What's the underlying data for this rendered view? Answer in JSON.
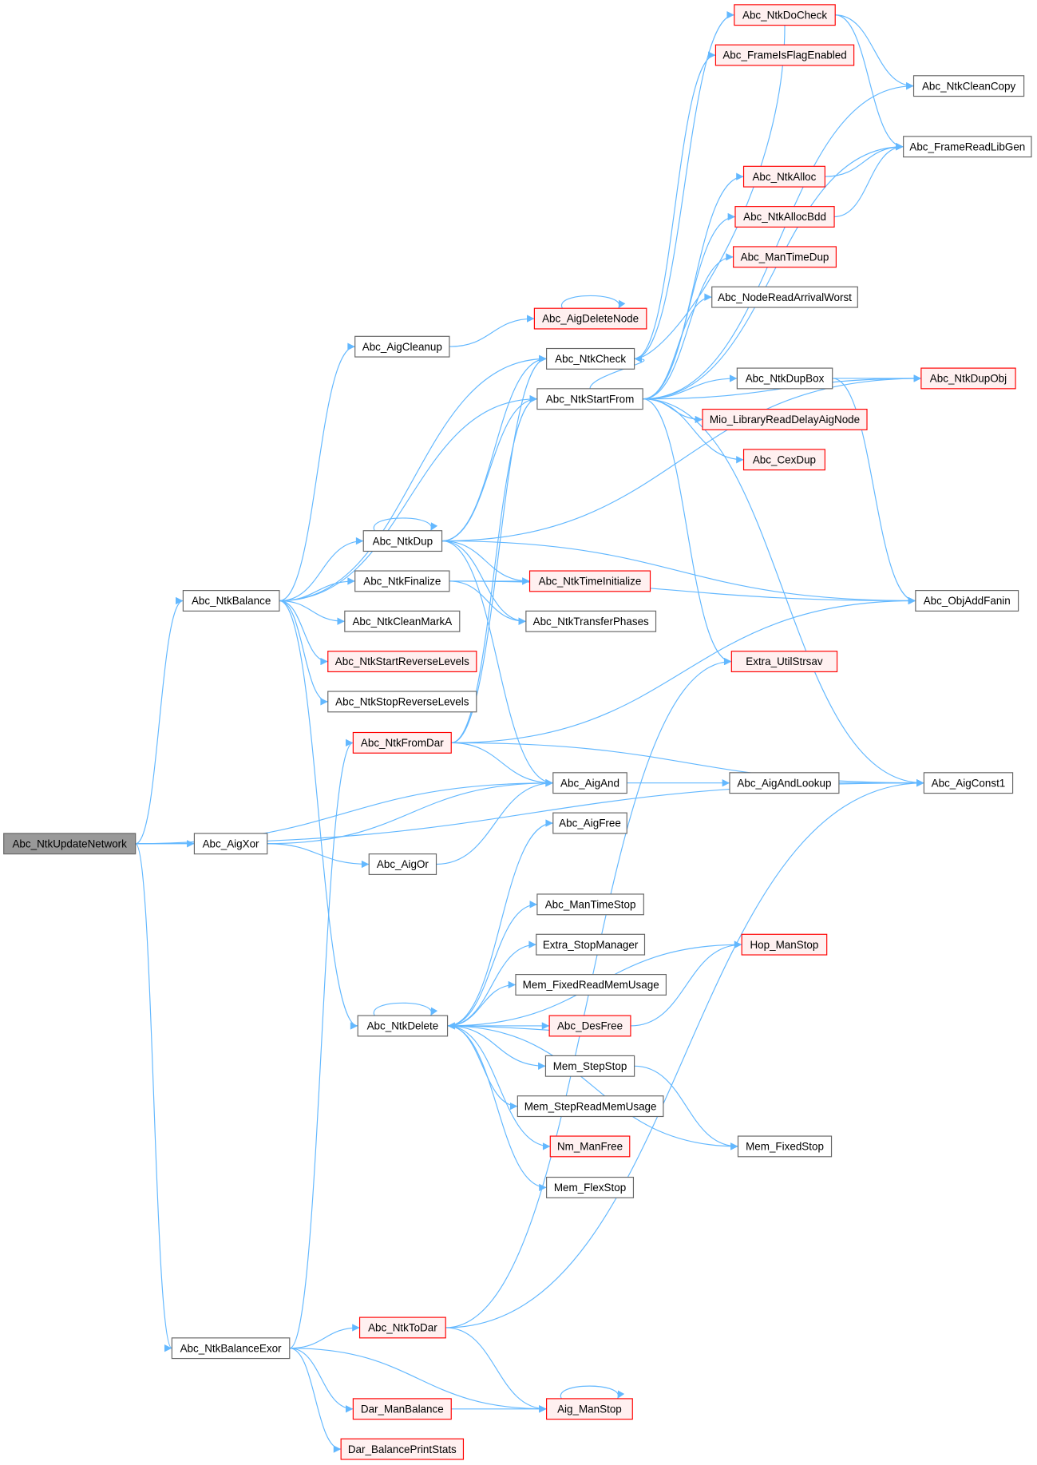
{
  "title": "Abc_NtkUpdateNetwork call graph",
  "colors": {
    "edge": "#63b8ff",
    "root_fill": "#999999",
    "normal_border": "#666666",
    "red_border": "#ff0000",
    "red_fill": "#fff0f0"
  },
  "nodes": [
    {
      "id": "Abc_NtkUpdateNetwork",
      "label": "Abc_NtkUpdateNetwork",
      "style": "root"
    },
    {
      "id": "Abc_NtkBalance",
      "label": "Abc_NtkBalance",
      "style": "normal"
    },
    {
      "id": "Abc_NtkBalanceExor",
      "label": "Abc_NtkBalanceExor",
      "style": "normal"
    },
    {
      "id": "Abc_AigXor",
      "label": "Abc_AigXor",
      "style": "normal"
    },
    {
      "id": "Abc_AigCleanup",
      "label": "Abc_AigCleanup",
      "style": "normal"
    },
    {
      "id": "Abc_NtkDup",
      "label": "Abc_NtkDup",
      "style": "normal"
    },
    {
      "id": "Abc_NtkFinalize",
      "label": "Abc_NtkFinalize",
      "style": "normal"
    },
    {
      "id": "Abc_NtkCleanMarkA",
      "label": "Abc_NtkCleanMarkA",
      "style": "normal"
    },
    {
      "id": "Abc_NtkStartReverseLevels",
      "label": "Abc_NtkStartReverseLevels",
      "style": "red"
    },
    {
      "id": "Abc_NtkStopReverseLevels",
      "label": "Abc_NtkStopReverseLevels",
      "style": "normal"
    },
    {
      "id": "Abc_NtkFromDar",
      "label": "Abc_NtkFromDar",
      "style": "red"
    },
    {
      "id": "Abc_AigOr",
      "label": "Abc_AigOr",
      "style": "normal"
    },
    {
      "id": "Abc_NtkDelete",
      "label": "Abc_NtkDelete",
      "style": "normal"
    },
    {
      "id": "Abc_NtkToDar",
      "label": "Abc_NtkToDar",
      "style": "red"
    },
    {
      "id": "Dar_ManBalance",
      "label": "Dar_ManBalance",
      "style": "red"
    },
    {
      "id": "Dar_BalancePrintStats",
      "label": "Dar_BalancePrintStats",
      "style": "red"
    },
    {
      "id": "Abc_AigDeleteNode",
      "label": "Abc_AigDeleteNode",
      "style": "red"
    },
    {
      "id": "Abc_NtkCheck",
      "label": "Abc_NtkCheck",
      "style": "normal"
    },
    {
      "id": "Abc_NtkStartFrom",
      "label": "Abc_NtkStartFrom",
      "style": "normal"
    },
    {
      "id": "Abc_NtkTimeInitialize",
      "label": "Abc_NtkTimeInitialize",
      "style": "red"
    },
    {
      "id": "Abc_NtkTransferPhases",
      "label": "Abc_NtkTransferPhases",
      "style": "normal"
    },
    {
      "id": "Abc_AigAnd",
      "label": "Abc_AigAnd",
      "style": "normal"
    },
    {
      "id": "Abc_AigFree",
      "label": "Abc_AigFree",
      "style": "normal"
    },
    {
      "id": "Abc_ManTimeStop",
      "label": "Abc_ManTimeStop",
      "style": "normal"
    },
    {
      "id": "Extra_StopManager",
      "label": "Extra_StopManager",
      "style": "normal"
    },
    {
      "id": "Mem_FixedReadMemUsage",
      "label": "Mem_FixedReadMemUsage",
      "style": "normal"
    },
    {
      "id": "Abc_DesFree",
      "label": "Abc_DesFree",
      "style": "red"
    },
    {
      "id": "Mem_StepStop",
      "label": "Mem_StepStop",
      "style": "normal"
    },
    {
      "id": "Mem_StepReadMemUsage",
      "label": "Mem_StepReadMemUsage",
      "style": "normal"
    },
    {
      "id": "Nm_ManFree",
      "label": "Nm_ManFree",
      "style": "red"
    },
    {
      "id": "Mem_FlexStop",
      "label": "Mem_FlexStop",
      "style": "normal"
    },
    {
      "id": "Aig_ManStop",
      "label": "Aig_ManStop",
      "style": "red"
    },
    {
      "id": "Abc_NtkDoCheck",
      "label": "Abc_NtkDoCheck",
      "style": "red"
    },
    {
      "id": "Abc_FrameIsFlagEnabled",
      "label": "Abc_FrameIsFlagEnabled",
      "style": "red"
    },
    {
      "id": "Abc_NtkAlloc",
      "label": "Abc_NtkAlloc",
      "style": "red"
    },
    {
      "id": "Abc_NtkAllocBdd",
      "label": "Abc_NtkAllocBdd",
      "style": "red"
    },
    {
      "id": "Abc_ManTimeDup",
      "label": "Abc_ManTimeDup",
      "style": "red"
    },
    {
      "id": "Abc_NodeReadArrivalWorst",
      "label": "Abc_NodeReadArrivalWorst",
      "style": "normal"
    },
    {
      "id": "Abc_NtkDupBox",
      "label": "Abc_NtkDupBox",
      "style": "normal"
    },
    {
      "id": "Mio_LibraryReadDelayAigNode",
      "label": "Mio_LibraryReadDelayAigNode",
      "style": "red"
    },
    {
      "id": "Abc_CexDup",
      "label": "Abc_CexDup",
      "style": "red"
    },
    {
      "id": "Extra_UtilStrsav",
      "label": "Extra_UtilStrsav",
      "style": "red"
    },
    {
      "id": "Abc_AigAndLookup",
      "label": "Abc_AigAndLookup",
      "style": "normal"
    },
    {
      "id": "Hop_ManStop",
      "label": "Hop_ManStop",
      "style": "red"
    },
    {
      "id": "Mem_FixedStop",
      "label": "Mem_FixedStop",
      "style": "normal"
    },
    {
      "id": "Abc_NtkCleanCopy",
      "label": "Abc_NtkCleanCopy",
      "style": "normal"
    },
    {
      "id": "Abc_FrameReadLibGen",
      "label": "Abc_FrameReadLibGen",
      "style": "normal"
    },
    {
      "id": "Abc_NtkDupObj",
      "label": "Abc_NtkDupObj",
      "style": "red"
    },
    {
      "id": "Abc_ObjAddFanin",
      "label": "Abc_ObjAddFanin",
      "style": "normal"
    },
    {
      "id": "Abc_AigConst1",
      "label": "Abc_AigConst1",
      "style": "normal"
    }
  ],
  "edges": [
    [
      "Abc_NtkUpdateNetwork",
      "Abc_NtkBalance"
    ],
    [
      "Abc_NtkUpdateNetwork",
      "Abc_AigXor"
    ],
    [
      "Abc_NtkUpdateNetwork",
      "Abc_AigAnd"
    ],
    [
      "Abc_NtkUpdateNetwork",
      "Abc_NtkBalanceExor"
    ],
    [
      "Abc_NtkUpdateNetwork",
      "Abc_AigConst1"
    ],
    [
      "Abc_NtkBalance",
      "Abc_AigCleanup"
    ],
    [
      "Abc_NtkBalance",
      "Abc_NtkCheck"
    ],
    [
      "Abc_NtkBalance",
      "Abc_NtkStartFrom"
    ],
    [
      "Abc_NtkBalance",
      "Abc_NtkDup"
    ],
    [
      "Abc_NtkBalance",
      "Abc_NtkFinalize"
    ],
    [
      "Abc_NtkBalance",
      "Abc_NtkCleanMarkA"
    ],
    [
      "Abc_NtkBalance",
      "Abc_NtkStartReverseLevels"
    ],
    [
      "Abc_NtkBalance",
      "Abc_NtkStopReverseLevels"
    ],
    [
      "Abc_NtkBalance",
      "Abc_NtkDelete"
    ],
    [
      "Abc_AigCleanup",
      "Abc_AigDeleteNode"
    ],
    [
      "Abc_AigDeleteNode",
      "Abc_AigDeleteNode"
    ],
    [
      "Abc_NtkCheck",
      "Abc_NtkDoCheck"
    ],
    [
      "Abc_NtkCheck",
      "Abc_FrameIsFlagEnabled"
    ],
    [
      "Abc_NtkDoCheck",
      "Abc_NtkCleanCopy"
    ],
    [
      "Abc_NtkDoCheck",
      "Abc_FrameReadLibGen"
    ],
    [
      "Abc_NtkDoCheck",
      "Abc_NtkCheck"
    ],
    [
      "Abc_NtkStartFrom",
      "Abc_NtkCleanCopy"
    ],
    [
      "Abc_NtkStartFrom",
      "Abc_FrameReadLibGen"
    ],
    [
      "Abc_NtkStartFrom",
      "Abc_NtkAlloc"
    ],
    [
      "Abc_NtkStartFrom",
      "Abc_NtkAllocBdd"
    ],
    [
      "Abc_NtkStartFrom",
      "Abc_ManTimeDup"
    ],
    [
      "Abc_NtkStartFrom",
      "Abc_NodeReadArrivalWorst"
    ],
    [
      "Abc_NtkStartFrom",
      "Abc_NtkDupBox"
    ],
    [
      "Abc_NtkStartFrom",
      "Abc_NtkDupObj"
    ],
    [
      "Abc_NtkStartFrom",
      "Mio_LibraryReadDelayAigNode"
    ],
    [
      "Abc_NtkStartFrom",
      "Abc_CexDup"
    ],
    [
      "Abc_NtkStartFrom",
      "Extra_UtilStrsav"
    ],
    [
      "Abc_NtkStartFrom",
      "Abc_AigConst1"
    ],
    [
      "Abc_NtkStartFrom",
      "Abc_NtkCheck"
    ],
    [
      "Abc_NtkAlloc",
      "Abc_FrameReadLibGen"
    ],
    [
      "Abc_NtkAllocBdd",
      "Abc_FrameReadLibGen"
    ],
    [
      "Abc_NtkDupBox",
      "Abc_NtkDupObj"
    ],
    [
      "Abc_NtkDupBox",
      "Abc_ObjAddFanin"
    ],
    [
      "Abc_NtkDup",
      "Abc_NtkDup"
    ],
    [
      "Abc_NtkDup",
      "Abc_NtkCheck"
    ],
    [
      "Abc_NtkDup",
      "Abc_NtkStartFrom"
    ],
    [
      "Abc_NtkDup",
      "Abc_NtkDupObj"
    ],
    [
      "Abc_NtkDup",
      "Abc_ObjAddFanin"
    ],
    [
      "Abc_NtkDup",
      "Abc_NtkTimeInitialize"
    ],
    [
      "Abc_NtkDup",
      "Abc_NtkTransferPhases"
    ],
    [
      "Abc_NtkDup",
      "Abc_AigAnd"
    ],
    [
      "Abc_NtkFinalize",
      "Abc_NtkTimeInitialize"
    ],
    [
      "Abc_NtkFinalize",
      "Abc_NtkTransferPhases"
    ],
    [
      "Abc_NtkFinalize",
      "Abc_ObjAddFanin"
    ],
    [
      "Abc_NtkFromDar",
      "Abc_NtkCheck"
    ],
    [
      "Abc_NtkFromDar",
      "Abc_NtkStartFrom"
    ],
    [
      "Abc_NtkFromDar",
      "Abc_ObjAddFanin"
    ],
    [
      "Abc_NtkFromDar",
      "Abc_AigConst1"
    ],
    [
      "Abc_NtkFromDar",
      "Abc_AigAnd"
    ],
    [
      "Abc_AigXor",
      "Abc_AigAnd"
    ],
    [
      "Abc_AigXor",
      "Abc_AigOr"
    ],
    [
      "Abc_AigOr",
      "Abc_AigAnd"
    ],
    [
      "Abc_AigAnd",
      "Abc_AigAndLookup"
    ],
    [
      "Abc_AigAndLookup",
      "Abc_AigConst1"
    ],
    [
      "Abc_NtkDelete",
      "Abc_NtkDelete"
    ],
    [
      "Abc_NtkDelete",
      "Abc_AigFree"
    ],
    [
      "Abc_NtkDelete",
      "Hop_ManStop"
    ],
    [
      "Abc_NtkDelete",
      "Abc_ManTimeStop"
    ],
    [
      "Abc_NtkDelete",
      "Extra_StopManager"
    ],
    [
      "Abc_NtkDelete",
      "Mem_FixedReadMemUsage"
    ],
    [
      "Abc_NtkDelete",
      "Abc_DesFree"
    ],
    [
      "Abc_DesFree",
      "Abc_NtkDelete"
    ],
    [
      "Abc_DesFree",
      "Hop_ManStop"
    ],
    [
      "Abc_NtkDelete",
      "Mem_StepStop"
    ],
    [
      "Abc_NtkDelete",
      "Mem_StepReadMemUsage"
    ],
    [
      "Abc_NtkDelete",
      "Nm_ManFree"
    ],
    [
      "Abc_NtkDelete",
      "Mem_FlexStop"
    ],
    [
      "Abc_NtkDelete",
      "Mem_FixedStop"
    ],
    [
      "Mem_StepStop",
      "Mem_FixedStop"
    ],
    [
      "Abc_NtkBalanceExor",
      "Abc_NtkToDar"
    ],
    [
      "Abc_NtkBalanceExor",
      "Abc_NtkFromDar"
    ],
    [
      "Abc_NtkBalanceExor",
      "Dar_ManBalance"
    ],
    [
      "Abc_NtkBalanceExor",
      "Dar_BalancePrintStats"
    ],
    [
      "Abc_NtkBalanceExor",
      "Aig_ManStop"
    ],
    [
      "Abc_NtkToDar",
      "Extra_UtilStrsav"
    ],
    [
      "Abc_NtkToDar",
      "Abc_AigConst1"
    ],
    [
      "Abc_NtkToDar",
      "Aig_ManStop"
    ],
    [
      "Dar_ManBalance",
      "Aig_ManStop"
    ],
    [
      "Aig_ManStop",
      "Aig_ManStop"
    ]
  ]
}
